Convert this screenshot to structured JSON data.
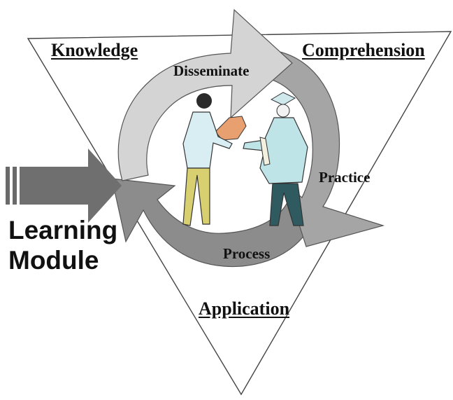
{
  "diagram": {
    "vertices": {
      "top_left": "Knowledge",
      "top_right": "Comprehension",
      "bottom": "Application"
    },
    "cycle_steps": [
      "Disseminate",
      "Practice",
      "Process"
    ],
    "input": {
      "line1": "Learning",
      "line2": "Module"
    },
    "colors": {
      "arrow_light": "#d6d6d6",
      "arrow_mid": "#a9a9a9",
      "arrow_dark": "#808080",
      "input_arrow": "#6f6f6f",
      "outline": "#555555"
    },
    "illustration": "two-people-handshake-graduate"
  }
}
